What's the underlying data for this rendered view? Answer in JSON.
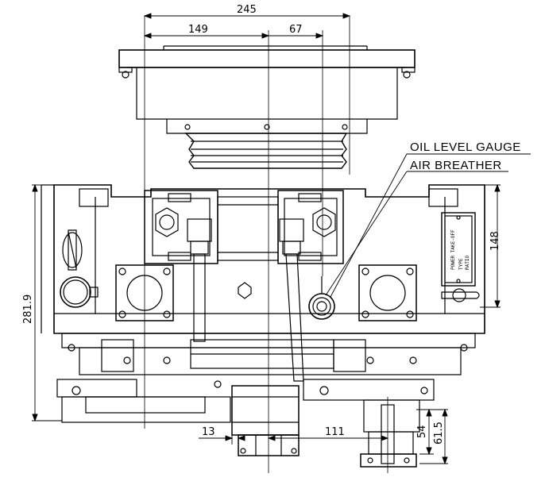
{
  "dimensions": {
    "overall_width": "245",
    "left_to_center": "149",
    "center_to_right": "67",
    "right_height": "148",
    "overall_height": "281.9",
    "bottom_left_offset": "13",
    "bottom_right_offset": "111",
    "shaft_short": "54",
    "shaft_long": "61.5"
  },
  "callouts": {
    "oil_level_gauge": "OIL LEVEL GAUGE",
    "air_breather": "AIR BREATHER"
  },
  "nameplate": {
    "line1": "POWER TAKE-OFF",
    "line2": "TYPE",
    "line3": "RATIO"
  }
}
